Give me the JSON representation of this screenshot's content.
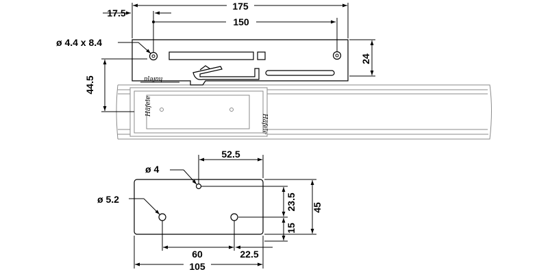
{
  "top_view": {
    "dims": {
      "overall_width": "175",
      "offset": "17.5",
      "hole_spacing": "150",
      "slot_hole": "ø 4.4 x 8.4",
      "height": "24",
      "rail_offset": "44.5"
    }
  },
  "bottom_view": {
    "dims": {
      "small_hole": "ø 4",
      "small_hole_offset": "52.5",
      "large_hole": "ø 5.2",
      "height_a": "23.5",
      "height_b": "15",
      "plate_height": "45",
      "hole_spacing": "60",
      "hole_offset": "22.5",
      "plate_width": "105"
    }
  },
  "colors": {
    "line": "#000000",
    "rail": "#8a8a8a"
  }
}
